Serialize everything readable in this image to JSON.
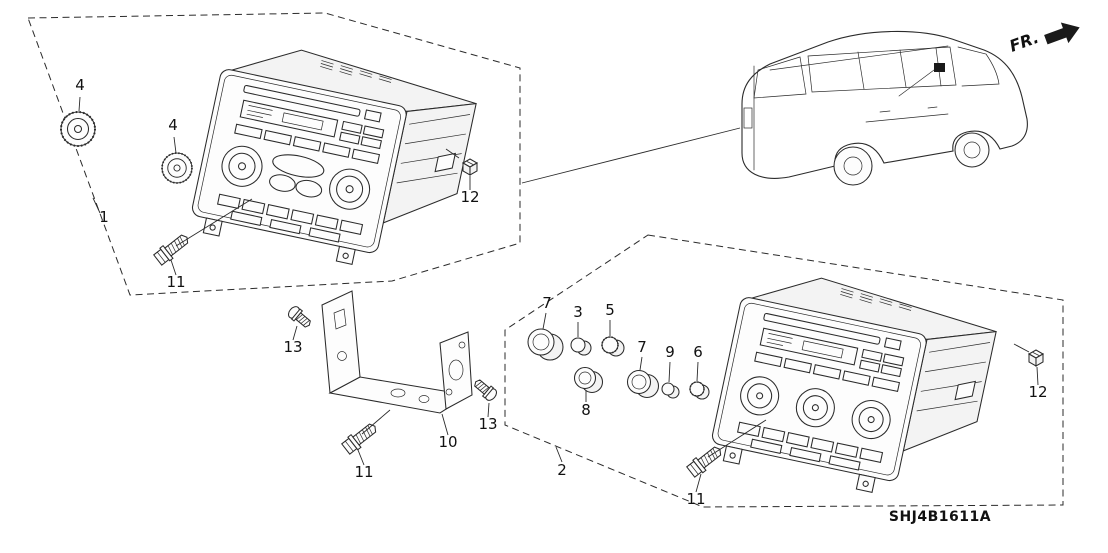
{
  "diagram": {
    "code": "SHJ4B1611A",
    "fr_label": "FR."
  },
  "callouts": {
    "n1": "1",
    "n2": "2",
    "n3": "3",
    "n4": "4",
    "n5": "5",
    "n6": "6",
    "n7": "7",
    "n8": "8",
    "n9": "9",
    "n10": "10",
    "n11": "11",
    "n12": "12",
    "n13": "13"
  }
}
